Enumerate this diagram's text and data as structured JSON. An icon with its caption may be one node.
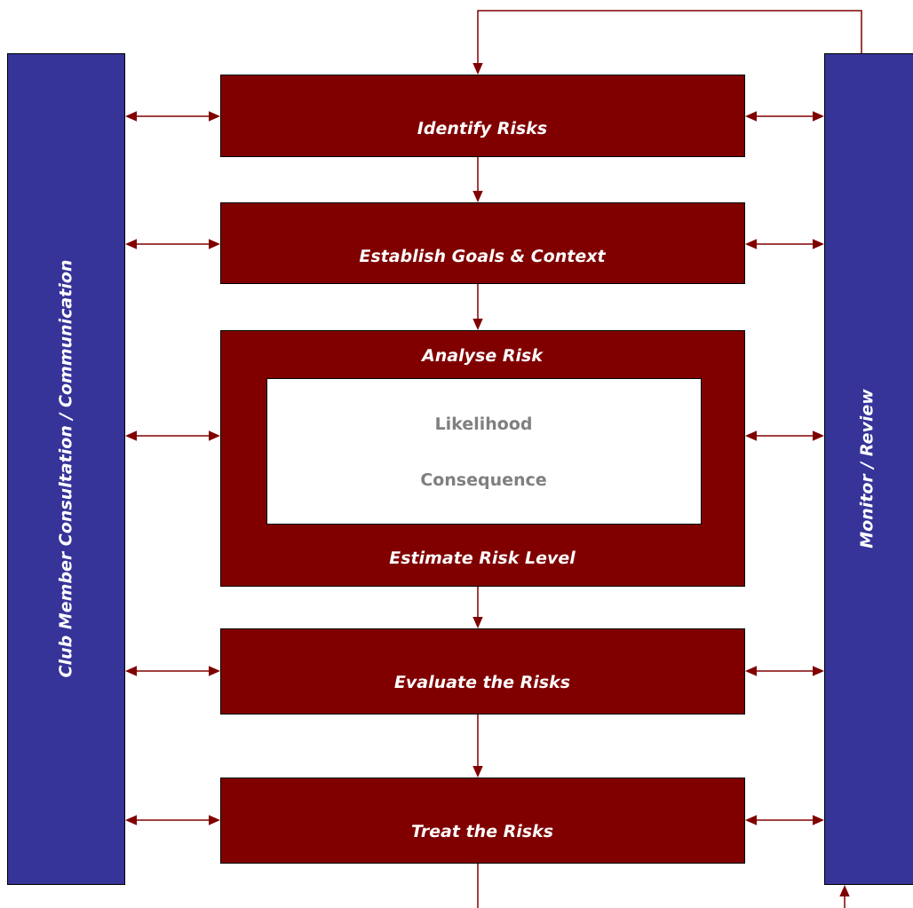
{
  "diagram": {
    "nodes": [
      {
        "text": [
          "Club Member Consultation / Communication"
        ]
      },
      {
        "text": [
          "Identify Risks"
        ]
      },
      {
        "text": [
          "Establish Goals & Context"
        ]
      },
      {
        "text": [
          "Analyse Risk",
          "Estimate Risk Level"
        ]
      },
      {
        "text": [
          "Likelihood",
          "Consequence"
        ],
        "in": 3
      },
      {
        "text": [
          "Evaluate the Risks"
        ]
      },
      {
        "text": [
          "Treat the Risks"
        ]
      },
      {
        "text": [
          "Monitor / Review"
        ]
      }
    ],
    "edges": [
      {
        "from": 0,
        "to": 1,
        "arrow": "both"
      },
      {
        "from": 1,
        "to": 7,
        "arrow": "both"
      },
      {
        "from": 0,
        "to": 2,
        "arrow": "both"
      },
      {
        "from": 2,
        "to": 7,
        "arrow": "both"
      },
      {
        "from": 0,
        "to": 3,
        "arrow": "both"
      },
      {
        "from": 3,
        "to": 7,
        "arrow": "both"
      },
      {
        "from": 0,
        "to": 5,
        "arrow": "both"
      },
      {
        "from": 5,
        "to": 7,
        "arrow": "both"
      },
      {
        "from": 0,
        "to": 6,
        "arrow": "both"
      },
      {
        "from": 6,
        "to": 7,
        "arrow": "both"
      },
      {
        "from": 1,
        "to": 2,
        "arrow": "to"
      },
      {
        "from": 2,
        "to": 3,
        "arrow": "to"
      },
      {
        "from": 3,
        "to": 5,
        "arrow": "to"
      },
      {
        "from": 5,
        "to": 6,
        "arrow": "to"
      },
      {
        "from": 7,
        "to": 1,
        "arrow": "to"
      },
      {
        "from": 6,
        "to": null,
        "arrow": "none"
      },
      {
        "from": null,
        "to": 7,
        "arrow": "to"
      }
    ]
  }
}
